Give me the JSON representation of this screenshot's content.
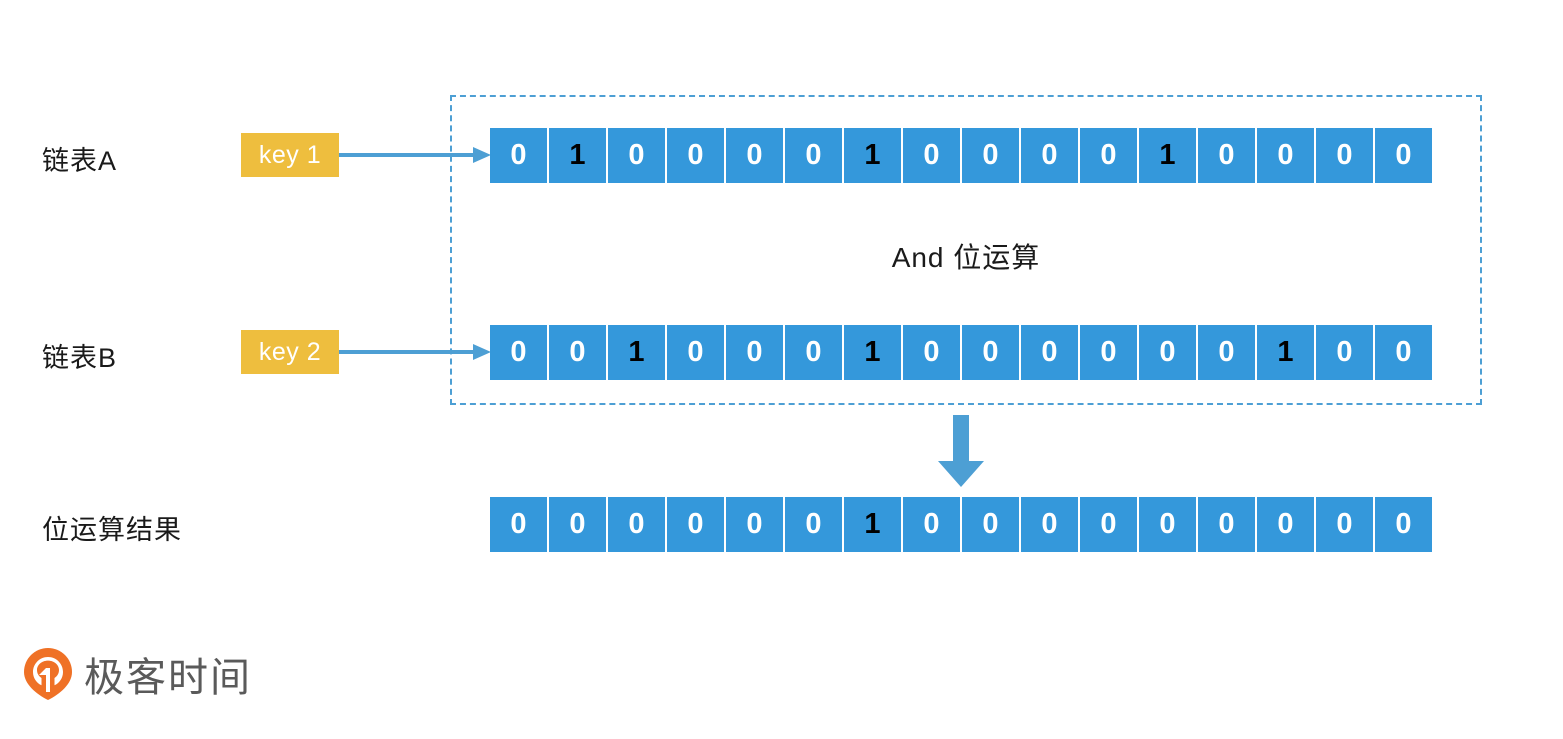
{
  "diagram": {
    "operation_caption": "And 位运算",
    "group_box": {
      "label": "and-operation-group"
    },
    "rows": [
      {
        "id": "a",
        "label": "链表A",
        "key_label": "key 1",
        "bits": [
          0,
          1,
          0,
          0,
          0,
          0,
          1,
          0,
          0,
          0,
          0,
          1,
          0,
          0,
          0,
          0
        ]
      },
      {
        "id": "b",
        "label": "链表B",
        "key_label": "key 2",
        "bits": [
          0,
          0,
          1,
          0,
          0,
          0,
          1,
          0,
          0,
          0,
          0,
          0,
          0,
          1,
          0,
          0
        ]
      }
    ],
    "result_row": {
      "id": "result",
      "label": "位运算结果",
      "bits": [
        0,
        0,
        0,
        0,
        0,
        0,
        1,
        0,
        0,
        0,
        0,
        0,
        0,
        0,
        0,
        0
      ]
    }
  },
  "watermark": {
    "text": "极客时间",
    "mark": "geektime-pin-icon"
  },
  "colors": {
    "bit_cell": "#3498db",
    "bit_one_text": "#000000",
    "bit_zero_text": "#ffffff",
    "key_badge": "#eebe3e",
    "arrow": "#4d9fd4",
    "dashed_border": "#4d9fd4",
    "label_text": "#1a1a1a",
    "watermark_mark": "#ef7126",
    "watermark_text": "#5a5a5a"
  }
}
